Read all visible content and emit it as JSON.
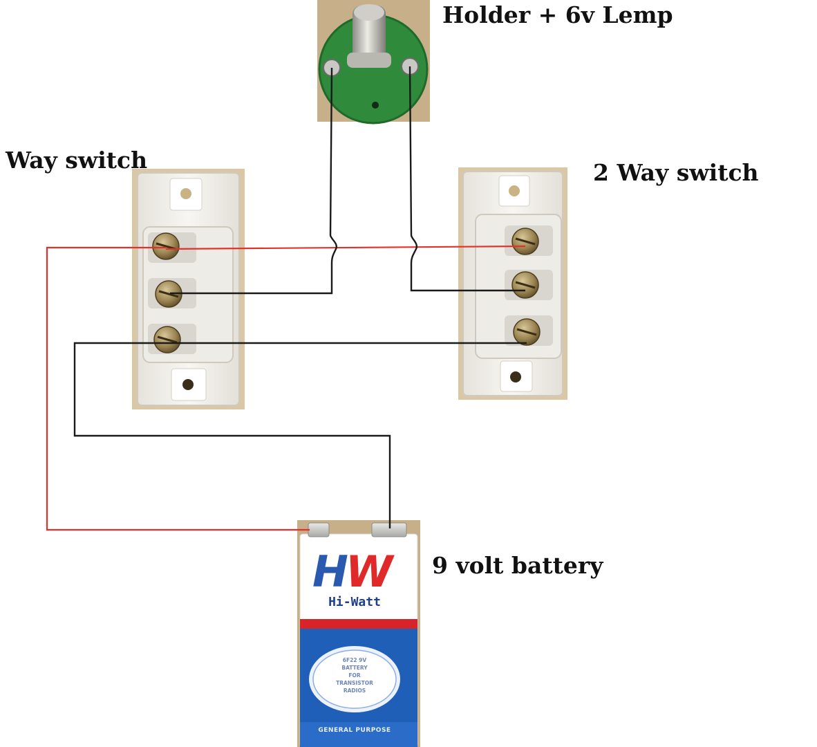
{
  "labels": {
    "lamp": "Holder + 6v Lemp",
    "left_switch": "Way switch",
    "right_switch": "2 Way switch",
    "battery": "9 volt battery"
  },
  "battery_print": {
    "brand_logo": "HW",
    "brand_name": "Hi-Watt",
    "oval_line1": "6F22 9V",
    "oval_line2": "BATTERY",
    "oval_line3": "FOR",
    "oval_line4": "TRANSISTOR",
    "oval_line5": "RADIOS",
    "bottom": "GENERAL PURPOSE"
  },
  "colors": {
    "wire_red": "#e0322b",
    "wire_black": "#1a1a1a",
    "switch_plate": "#f2f0ec",
    "switch_backing": "#d9c7a6",
    "lamp_holder": "#2f8a3c",
    "battery_red": "#d8232a",
    "battery_blue": "#1f5fb8",
    "brand_blue": "#2a59b0",
    "brand_red": "#e02a2a"
  },
  "icons": [
    "lamp-holder-icon",
    "switch-icon",
    "screw-terminal-icon",
    "battery-icon"
  ]
}
